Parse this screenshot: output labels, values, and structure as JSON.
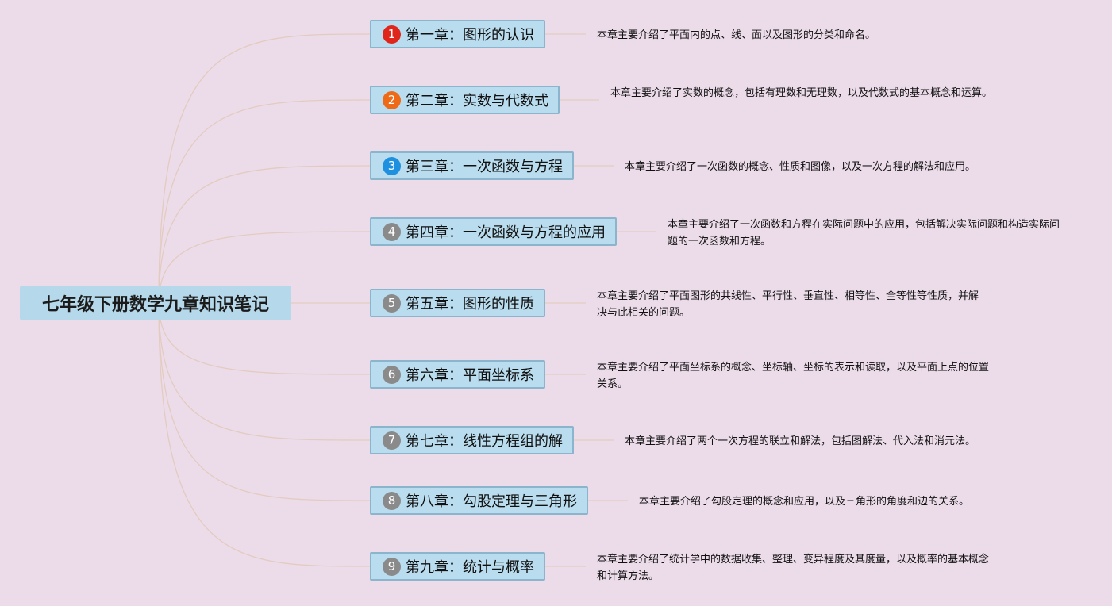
{
  "root": {
    "title": "七年级下册数学九章知识笔记"
  },
  "chapters": [
    {
      "num": "1",
      "title": "第一章：图形的认识",
      "note": "本章主要介绍了平面内的点、线、面以及图形的分类和命名。",
      "badge_color": "#e0261b"
    },
    {
      "num": "2",
      "title": "第二章：实数与代数式",
      "note": "本章主要介绍了实数的概念，包括有理数和无理数，以及代数式的基本概念和运算。",
      "badge_color": "#ee6a16"
    },
    {
      "num": "3",
      "title": "第三章：一次函数与方程",
      "note": "本章主要介绍了一次函数的概念、性质和图像，以及一次方程的解法和应用。",
      "badge_color": "#1e90e0"
    },
    {
      "num": "4",
      "title": "第四章：一次函数与方程的应用",
      "note": "本章主要介绍了一次函数和方程在实际问题中的应用，包括解决实际问题和构造实际问题的一次函数和方程。",
      "badge_color": "#8a8a8a"
    },
    {
      "num": "5",
      "title": "第五章：图形的性质",
      "note": "本章主要介绍了平面图形的共线性、平行性、垂直性、相等性、全等性等性质，并解决与此相关的问题。",
      "badge_color": "#8a8a8a"
    },
    {
      "num": "6",
      "title": "第六章：平面坐标系",
      "note": "本章主要介绍了平面坐标系的概念、坐标轴、坐标的表示和读取，以及平面上点的位置关系。",
      "badge_color": "#8a8a8a"
    },
    {
      "num": "7",
      "title": "第七章：线性方程组的解",
      "note": "本章主要介绍了两个一次方程的联立和解法，包括图解法、代入法和消元法。",
      "badge_color": "#8a8a8a"
    },
    {
      "num": "8",
      "title": "第八章：勾股定理与三角形",
      "note": "本章主要介绍了勾股定理的概念和应用，以及三角形的角度和边的关系。",
      "badge_color": "#8a8a8a"
    },
    {
      "num": "9",
      "title": "第九章：统计与概率",
      "note": "本章主要介绍了统计学中的数据收集、整理、变异程度及其度量，以及概率的基本概念和计算方法。",
      "badge_color": "#8a8a8a"
    }
  ]
}
